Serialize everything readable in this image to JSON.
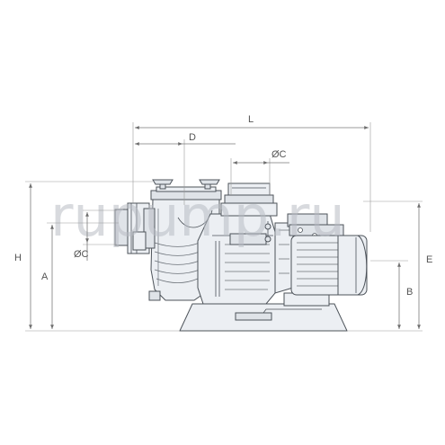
{
  "labels": {
    "L": "L",
    "D": "D",
    "C_top": "ØC",
    "C_left": "ØC",
    "H": "H",
    "A": "A",
    "E": "E",
    "B": "B"
  },
  "watermark": "rupump.ru",
  "colors": {
    "outline": "#4d535a",
    "body_fill": "#eceff3",
    "dimension_line": "#7a7a7a",
    "watermark": "#b8bcc2"
  }
}
